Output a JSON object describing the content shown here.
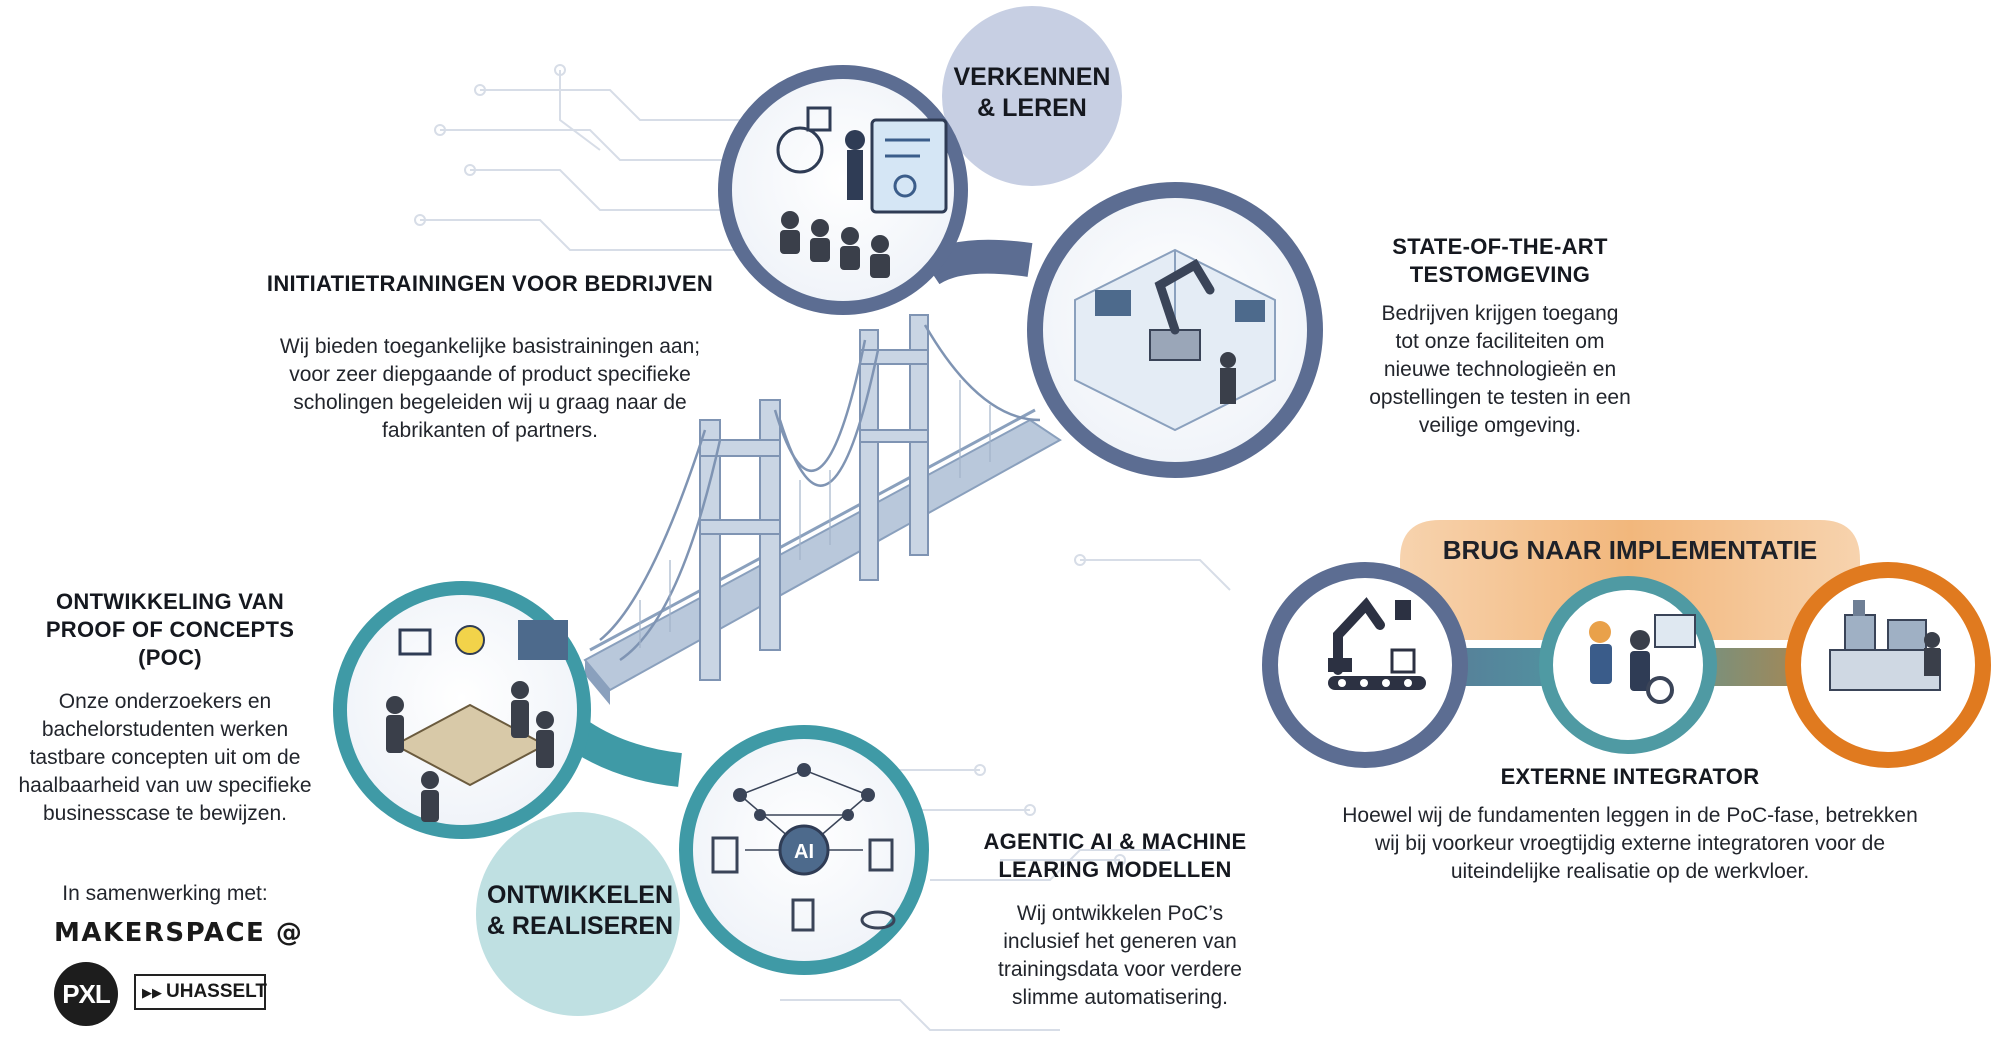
{
  "sections": {
    "verkennen": {
      "label": "VERKENNEN\n& LEREN",
      "icon": "classroom-training-illustration"
    },
    "initiatie": {
      "title": "INITIATIETRAININGEN VOOR BEDRIJVEN",
      "text": "Wij bieden toegankelijke basistrainingen aan;\nvoor zeer diepgaande of product specifieke\nscholingen begeleiden wij u graag naar de\nfabrikanten of partners."
    },
    "testomgeving": {
      "title": "STATE-OF-THE-ART\nTESTOMGEVING",
      "text": "Bedrijven krijgen toegang\ntot onze faciliteiten om\nnieuwe technologieën en\nopstellingen te testen in een\nveilige omgeving.",
      "icon": "robot-lab-illustration"
    },
    "poc": {
      "title": "ONTWIKKELING VAN\nPROOF OF CONCEPTS\n(POC)",
      "text": "Onze onderzoekers en\nbachelorstudenten werken\ntastbare concepten uit om de\nhaalbaarheid van uw specifieke\nbusinesscase te bewijzen.",
      "icon": "team-workshop-illustration"
    },
    "ontwikkelen": {
      "label": "ONTWIKKELEN\n& REALISEREN"
    },
    "agentic": {
      "title": "AGENTIC AI & MACHINE\nLEARING MODELLEN",
      "text": "Wij ontwikkelen PoC’s\ninclusief het generen van\ntrainingsdata voor verdere\nslimme automatisering.",
      "icon": "neural-network-ai-icon"
    },
    "brug": {
      "label": "BRUG NAAR IMPLEMENTATIE",
      "icons": [
        "robot-arm-conveyor-icon",
        "integrator-engineers-icon",
        "factory-floor-icon"
      ]
    },
    "integrator": {
      "title": "EXTERNE INTEGRATOR",
      "text": "Hoewel wij de fundamenten leggen in de PoC-fase, betrekken\nwij bij voorkeur vroegtijdig externe integratoren voor de\nuiteindelijke realisatie op de werkvloer."
    }
  },
  "partners": {
    "intro": "In samenwerking met:",
    "makerspace": "MAKERSPACE @",
    "pxl": "PXL",
    "uhasselt": "UHASSELT"
  },
  "colors": {
    "navy_ring": "#5c6d92",
    "teal_ring": "#3f9aa6",
    "orange_ring": "#e07a1f",
    "label_bubble_blue": "#c7cfe3",
    "label_bubble_teal": "#bfe0e2",
    "brug_banner": "#f3c596",
    "bridge": "#8aa0bd"
  }
}
